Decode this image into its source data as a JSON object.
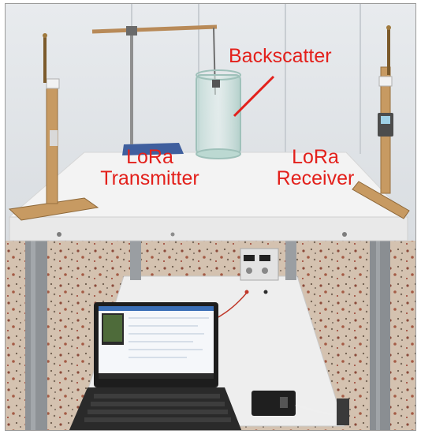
{
  "labels": {
    "backscatter": "Backscatter",
    "transmitter_line1": "LoRa",
    "transmitter_line2": "Transmitter",
    "receiver_line1": "LoRa",
    "receiver_line2": "Receiver"
  },
  "colors": {
    "annotation_text": "#e3201b",
    "wall": "#e6e9ec",
    "table_top": "#f2f2f2",
    "table_legs": "#8e9296",
    "wood": "#c79a62",
    "floor": "#c9b6a4"
  }
}
